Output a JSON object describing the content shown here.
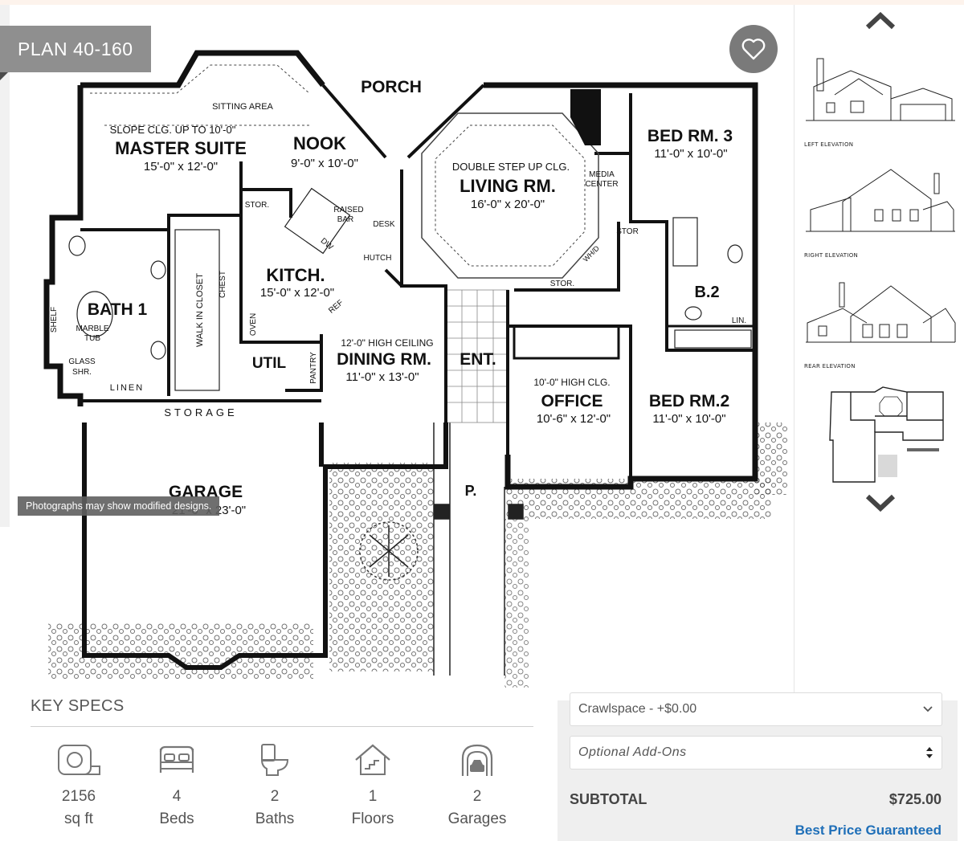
{
  "plan": {
    "badge": "PLAN 40-160",
    "disclaimer": "Photographs may show modified designs.",
    "rooms": [
      {
        "id": "porch",
        "name": "PORCH",
        "dims": "",
        "note": ""
      },
      {
        "id": "sitting",
        "name": "SITTING AREA",
        "dims": "",
        "note": ""
      },
      {
        "id": "master",
        "name": "MASTER SUITE",
        "dims": "15'-0\" x 12'-0\"",
        "note": "SLOPE CLG. UP TO 10'-0\""
      },
      {
        "id": "nook",
        "name": "NOOK",
        "dims": "9'-0\" x 10'-0\"",
        "note": ""
      },
      {
        "id": "living",
        "name": "LIVING RM.",
        "dims": "16'-0\" x 20'-0\"",
        "note": "DOUBLE STEP UP CLG."
      },
      {
        "id": "media",
        "name": "MEDIA",
        "dims": "CENTER",
        "note": ""
      },
      {
        "id": "bed3",
        "name": "BED RM. 3",
        "dims": "11'-0\" x 10'-0\"",
        "note": ""
      },
      {
        "id": "stor1",
        "name": "STOR.",
        "dims": "",
        "note": ""
      },
      {
        "id": "raised",
        "name": "RAISED",
        "dims": "BAR",
        "note": ""
      },
      {
        "id": "desk",
        "name": "DESK",
        "dims": "",
        "note": ""
      },
      {
        "id": "hutch",
        "name": "HUTCH",
        "dims": "",
        "note": ""
      },
      {
        "id": "kitch",
        "name": "KITCH.",
        "dims": "15'-0\" x 12'-0\"",
        "note": ""
      },
      {
        "id": "bath1",
        "name": "BATH 1",
        "dims": "",
        "note": ""
      },
      {
        "id": "marble",
        "name": "MARBLE",
        "dims": "TUB",
        "note": ""
      },
      {
        "id": "glass",
        "name": "GLASS",
        "dims": "SHR.",
        "note": ""
      },
      {
        "id": "shelf",
        "name": "SHELF",
        "dims": "",
        "note": ""
      },
      {
        "id": "linen",
        "name": "LINEN",
        "dims": "",
        "note": ""
      },
      {
        "id": "closet",
        "name": "WALK IN CLOSET",
        "dims": "",
        "note": ""
      },
      {
        "id": "chest",
        "name": "CHEST",
        "dims": "",
        "note": ""
      },
      {
        "id": "oven",
        "name": "OVEN",
        "dims": "",
        "note": ""
      },
      {
        "id": "util",
        "name": "UTIL",
        "dims": "",
        "note": ""
      },
      {
        "id": "pantry",
        "name": "PANTRY",
        "dims": "",
        "note": ""
      },
      {
        "id": "dining",
        "name": "DINING RM.",
        "dims": "11'-0\" x 13'-0\"",
        "note": "12'-0\" HIGH CEILING"
      },
      {
        "id": "ent",
        "name": "ENT.",
        "dims": "",
        "note": ""
      },
      {
        "id": "office",
        "name": "OFFICE",
        "dims": "10'-6\" x 12'-0\"",
        "note": "10'-0\" HIGH CLG."
      },
      {
        "id": "bed2",
        "name": "BED RM.2",
        "dims": "11'-0\" x 10'-0\"",
        "note": ""
      },
      {
        "id": "b2",
        "name": "B.2",
        "dims": "",
        "note": ""
      },
      {
        "id": "lin",
        "name": "LIN.",
        "dims": "",
        "note": ""
      },
      {
        "id": "stor2",
        "name": "STOR.",
        "dims": "",
        "note": ""
      },
      {
        "id": "stor3",
        "name": "STOR",
        "dims": "",
        "note": ""
      },
      {
        "id": "storage",
        "name": "STORAGE",
        "dims": "",
        "note": ""
      },
      {
        "id": "garage",
        "name": "GARAGE",
        "dims": "21'-6\" x 23'-0\"",
        "note": ""
      },
      {
        "id": "patio",
        "name": "P.",
        "dims": "",
        "note": ""
      },
      {
        "id": "dw",
        "name": "DW",
        "dims": "",
        "note": ""
      },
      {
        "id": "ref",
        "name": "REF",
        "dims": "",
        "note": ""
      },
      {
        "id": "wh",
        "name": "WH/D",
        "dims": "",
        "note": ""
      }
    ]
  },
  "thumbnails": [
    {
      "caption": "LEFT ELEVATION"
    },
    {
      "caption": "RIGHT ELEVATION"
    },
    {
      "caption": "REAR ELEVATION"
    },
    {
      "caption": ""
    }
  ],
  "key_specs": {
    "title": "KEY SPECS",
    "items": [
      {
        "icon": "tape-measure-icon",
        "value": "2156",
        "label": "sq ft"
      },
      {
        "icon": "bed-icon",
        "value": "4",
        "label": "Beds"
      },
      {
        "icon": "toilet-icon",
        "value": "2",
        "label": "Baths"
      },
      {
        "icon": "house-floors-icon",
        "value": "1",
        "label": "Floors"
      },
      {
        "icon": "garage-icon",
        "value": "2",
        "label": "Garages"
      }
    ]
  },
  "pricing": {
    "foundation_selected": "Crawlspace - +$0.00",
    "addons_placeholder": "Optional Add-Ons",
    "subtotal_label": "SUBTOTAL",
    "subtotal_value": "$725.00",
    "guarantee": "Best Price Guaranteed",
    "link_color": "#1f6fb8"
  }
}
